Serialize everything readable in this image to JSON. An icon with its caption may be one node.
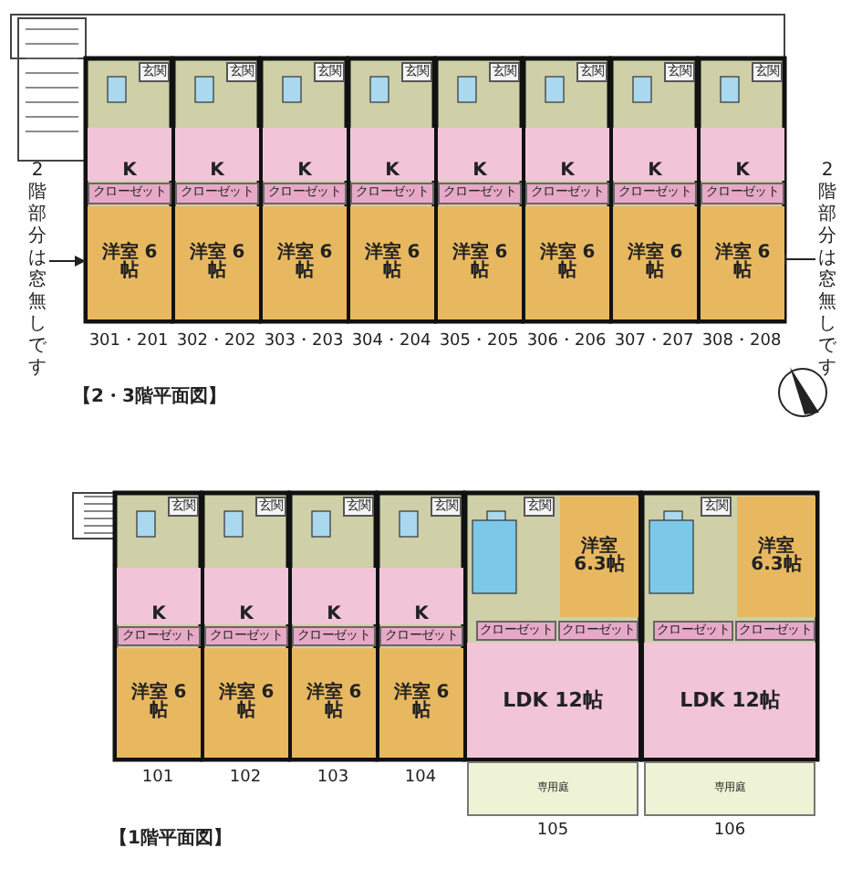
{
  "diagram": {
    "nodes": [
      {
        "text": [
          "2階部分は窓無しです"
        ]
      },
      {
        "text": [
          "玄関"
        ]
      },
      {
        "text": [
          "K"
        ]
      },
      {
        "text": [
          "クローゼット"
        ]
      },
      {
        "text": [
          "洋室 6帖"
        ]
      },
      {
        "text": [
          "玄関"
        ]
      },
      {
        "text": [
          "K"
        ]
      },
      {
        "text": [
          "クローゼット"
        ]
      },
      {
        "text": [
          "洋室 6帖"
        ]
      },
      {
        "text": [
          "玄関"
        ]
      },
      {
        "text": [
          "K"
        ]
      },
      {
        "text": [
          "クローゼット"
        ]
      },
      {
        "text": [
          "洋室 6帖"
        ]
      },
      {
        "text": [
          "玄関"
        ]
      },
      {
        "text": [
          "K"
        ]
      },
      {
        "text": [
          "クローゼット"
        ]
      },
      {
        "text": [
          "洋室 6帖"
        ]
      },
      {
        "text": [
          "玄関"
        ]
      },
      {
        "text": [
          "K"
        ]
      },
      {
        "text": [
          "クローゼット"
        ]
      },
      {
        "text": [
          "洋室 6帖"
        ]
      },
      {
        "text": [
          "玄関"
        ]
      },
      {
        "text": [
          "K"
        ]
      },
      {
        "text": [
          "クローゼット"
        ]
      },
      {
        "text": [
          "洋室 6帖"
        ]
      },
      {
        "text": [
          "玄関"
        ]
      },
      {
        "text": [
          "K"
        ]
      },
      {
        "text": [
          "クローゼット"
        ]
      },
      {
        "text": [
          "洋室 6帖"
        ]
      },
      {
        "text": [
          "玄関"
        ]
      },
      {
        "text": [
          "K"
        ]
      },
      {
        "text": [
          "クローゼット"
        ]
      },
      {
        "text": [
          "洋室 6帖"
        ]
      },
      {
        "text": [
          "2階部分は窓無しです"
        ]
      },
      {
        "text": [
          "玄関"
        ]
      },
      {
        "text": [
          "K"
        ]
      },
      {
        "text": [
          "クローゼット"
        ]
      },
      {
        "text": [
          "洋室 6帖"
        ]
      },
      {
        "text": [
          "玄関"
        ]
      },
      {
        "text": [
          "K"
        ]
      },
      {
        "text": [
          "クローゼット"
        ]
      },
      {
        "text": [
          "洋室 6帖"
        ]
      },
      {
        "text": [
          "玄関"
        ]
      },
      {
        "text": [
          "K"
        ]
      },
      {
        "text": [
          "クローゼット"
        ]
      },
      {
        "text": [
          "洋室 6帖"
        ]
      },
      {
        "text": [
          "玄関"
        ]
      },
      {
        "text": [
          "K"
        ]
      },
      {
        "text": [
          "クローゼット"
        ]
      },
      {
        "text": [
          "洋室 6帖"
        ]
      },
      {
        "text": [
          "玄関"
        ]
      },
      {
        "text": [
          "洋室 6.3帖"
        ]
      },
      {
        "text": [
          "クローゼット"
        ]
      },
      {
        "text": [
          "クローゼット"
        ]
      },
      {
        "text": [
          "LDK 12帖"
        ]
      },
      {
        "text": [
          "専用庭"
        ]
      },
      {
        "text": [
          "玄関"
        ]
      },
      {
        "text": [
          "洋室 6.3帖"
        ]
      },
      {
        "text": [
          "クローゼット"
        ]
      },
      {
        "text": [
          "クローゼット"
        ]
      },
      {
        "text": [
          "LDK 12帖"
        ]
      },
      {
        "text": [
          "専用庭"
        ]
      }
    ],
    "edges": [
      {
        "from": 0,
        "to": null,
        "arrow": "to"
      },
      {
        "from": 33,
        "to": null,
        "arrow": "to"
      }
    ],
    "labels": [
      "301・201",
      "302・202",
      "303・203",
      "304・204",
      "305・205",
      "306・206",
      "307・207",
      "308・208",
      "【2・3階平面図】",
      "101",
      "102",
      "103",
      "104",
      "105",
      "106",
      "【1階平面図】"
    ]
  }
}
